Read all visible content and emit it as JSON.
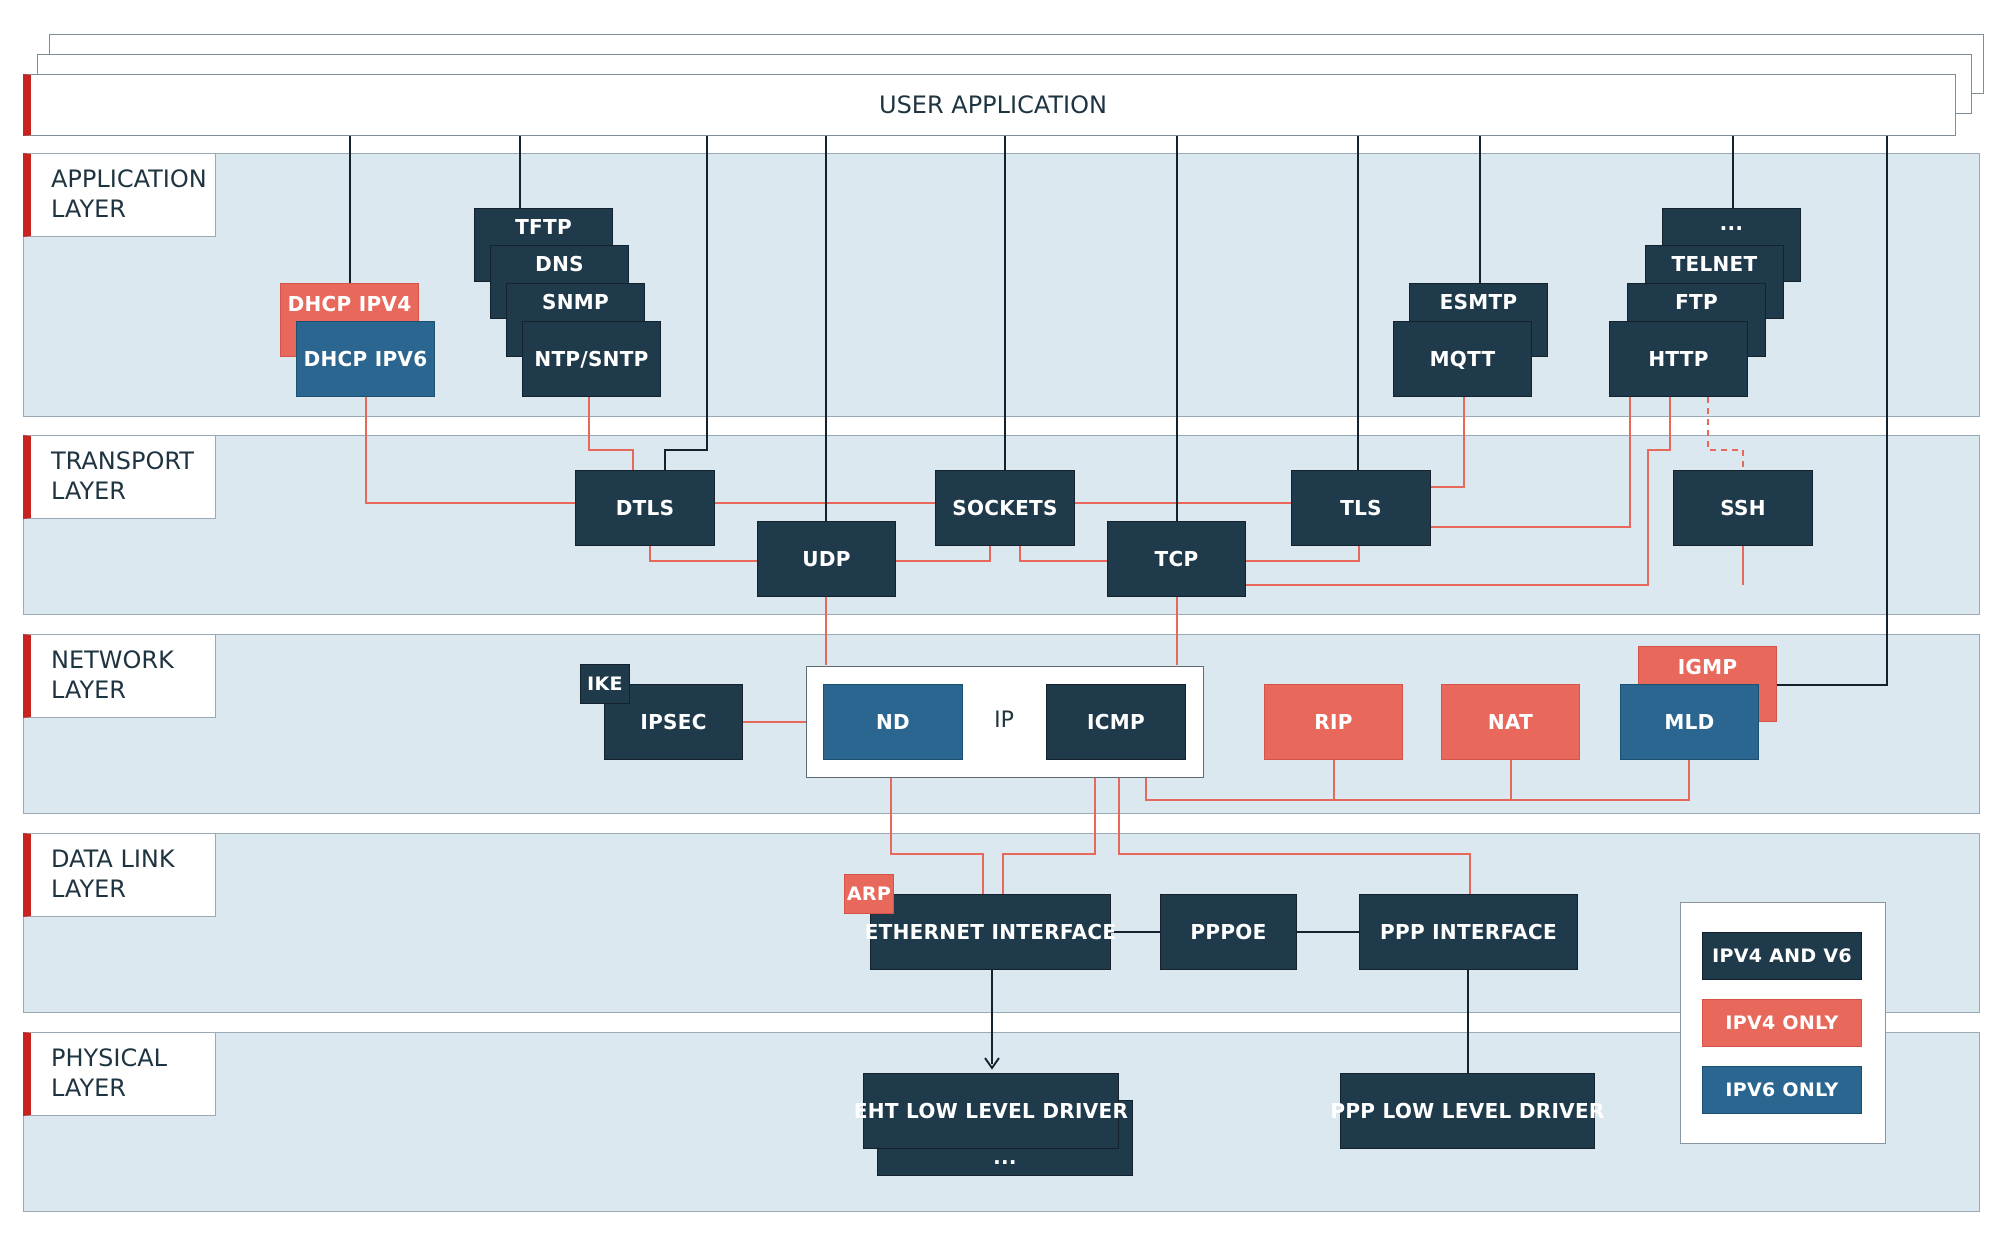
{
  "colors": {
    "band": "#dce8ef",
    "navy": "#1f3a4b",
    "ipv4_only": "#e8685c",
    "ipv6_only": "#2a6690",
    "accent_red": "#c8231f",
    "line_dark": "#13222c",
    "line_coral": "#e8685c"
  },
  "user_application": {
    "label": "USER APPLICATION"
  },
  "layers": {
    "application": {
      "line1": "APPLICATION",
      "line2": "LAYER"
    },
    "transport": {
      "line1": "TRANSPORT",
      "line2": "LAYER"
    },
    "network": {
      "line1": "NETWORK",
      "line2": "LAYER"
    },
    "datalink": {
      "line1": "DATA LINK",
      "line2": "LAYER"
    },
    "physical": {
      "line1": "PHYSICAL",
      "line2": "LAYER"
    }
  },
  "nodes": {
    "dhcp_ipv4": "DHCP IPV4",
    "dhcp_ipv6": "DHCP IPV6",
    "tftp": "TFTP",
    "dns": "DNS",
    "snmp": "SNMP",
    "ntp": "NTP/SNTP",
    "esmtp": "ESMTP",
    "mqtt": "MQTT",
    "more_app": "...",
    "telnet": "TELNET",
    "ftp": "FTP",
    "http": "HTTP",
    "dtls": "DTLS",
    "sockets": "SOCKETS",
    "tls": "TLS",
    "ssh": "SSH",
    "udp": "UDP",
    "tcp": "TCP",
    "ike": "IKE",
    "ipsec": "IPSEC",
    "nd": "ND",
    "ip": "IP",
    "icmp": "ICMP",
    "rip": "RIP",
    "nat": "NAT",
    "igmp": "IGMP",
    "mld": "MLD",
    "arp": "ARP",
    "ethernet": "ETHERNET INTERFACE",
    "pppoe": "PPPOE",
    "ppp_interface": "PPP INTERFACE",
    "eth_driver": "EHT LOW LEVEL DRIVER",
    "eth_driver_more": "...",
    "ppp_driver": "PPP LOW LEVEL DRIVER"
  },
  "legend": {
    "ipv4_and_v6": "IPV4 AND V6",
    "ipv4_only": "IPV4 ONLY",
    "ipv6_only": "IPV6 ONLY"
  }
}
